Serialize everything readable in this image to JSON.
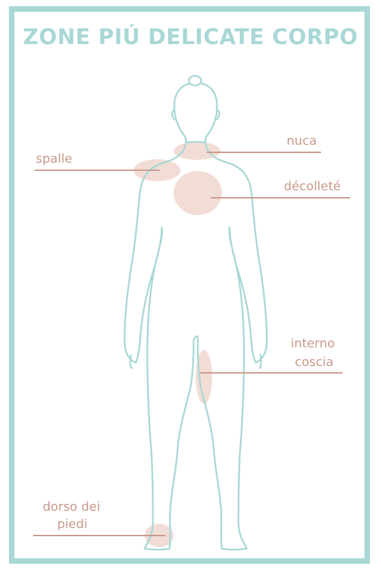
{
  "title": "ZONE PIÚ DELICATE CORPO",
  "labels": {
    "spalle": "spalle",
    "nuca": "nuca",
    "decollete": "décolleté",
    "interno_line1": "interno",
    "interno_line2": "coscia",
    "dorso_line1": "dorso dei",
    "dorso_line2": "piedi"
  },
  "colors": {
    "frame": "#a9d8d6",
    "title": "#a9d8d6",
    "body_outline": "#a9d8d6",
    "zone_fill": "#f2ddd6",
    "label_text": "#c99a8a",
    "leader_line": "#c99a8a"
  }
}
